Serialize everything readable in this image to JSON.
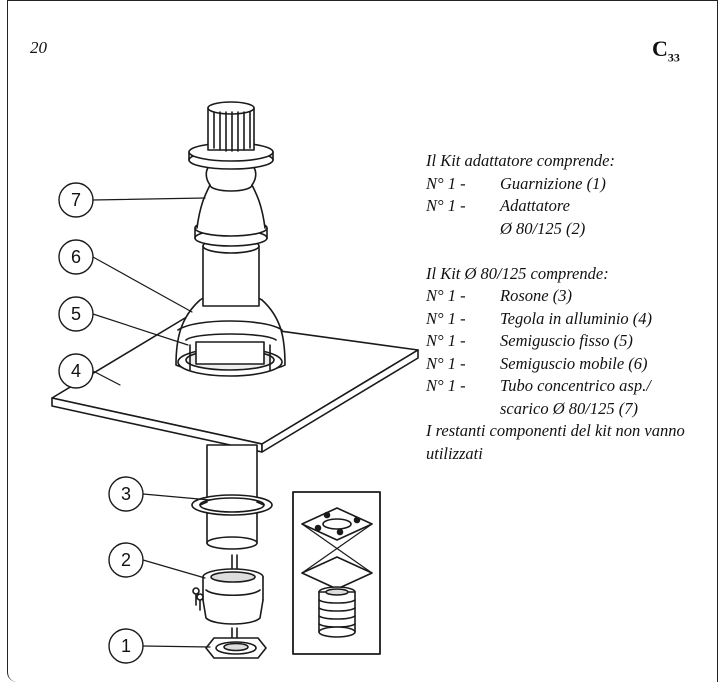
{
  "page_number": "20",
  "badge": {
    "letter": "C",
    "sub": "33"
  },
  "adapter_kit": {
    "title": "Il Kit adattatore comprende:",
    "items": [
      {
        "qty": "N° 1 -",
        "desc": "Guarnizione (1)"
      },
      {
        "qty": "N° 1 -",
        "desc": "Adattatore",
        "cont": "Ø 80/125 (2)"
      }
    ]
  },
  "main_kit": {
    "title": "Il Kit Ø 80/125 comprende:",
    "items": [
      {
        "qty": "N° 1 -",
        "desc": "Rosone (3)"
      },
      {
        "qty": "N° 1 -",
        "desc": "Tegola in alluminio (4)"
      },
      {
        "qty": "N° 1 -",
        "desc": "Semiguscio fisso (5)"
      },
      {
        "qty": "N° 1 -",
        "desc": "Semiguscio mobile (6)"
      },
      {
        "qty": "N° 1 -",
        "desc": "Tubo concentrico asp./",
        "cont": "scarico Ø 80/125 (7)"
      }
    ],
    "note": "I restanti componenti del kit non vanno utilizzati"
  },
  "callouts": [
    "7",
    "6",
    "5",
    "4",
    "3",
    "2",
    "1"
  ]
}
